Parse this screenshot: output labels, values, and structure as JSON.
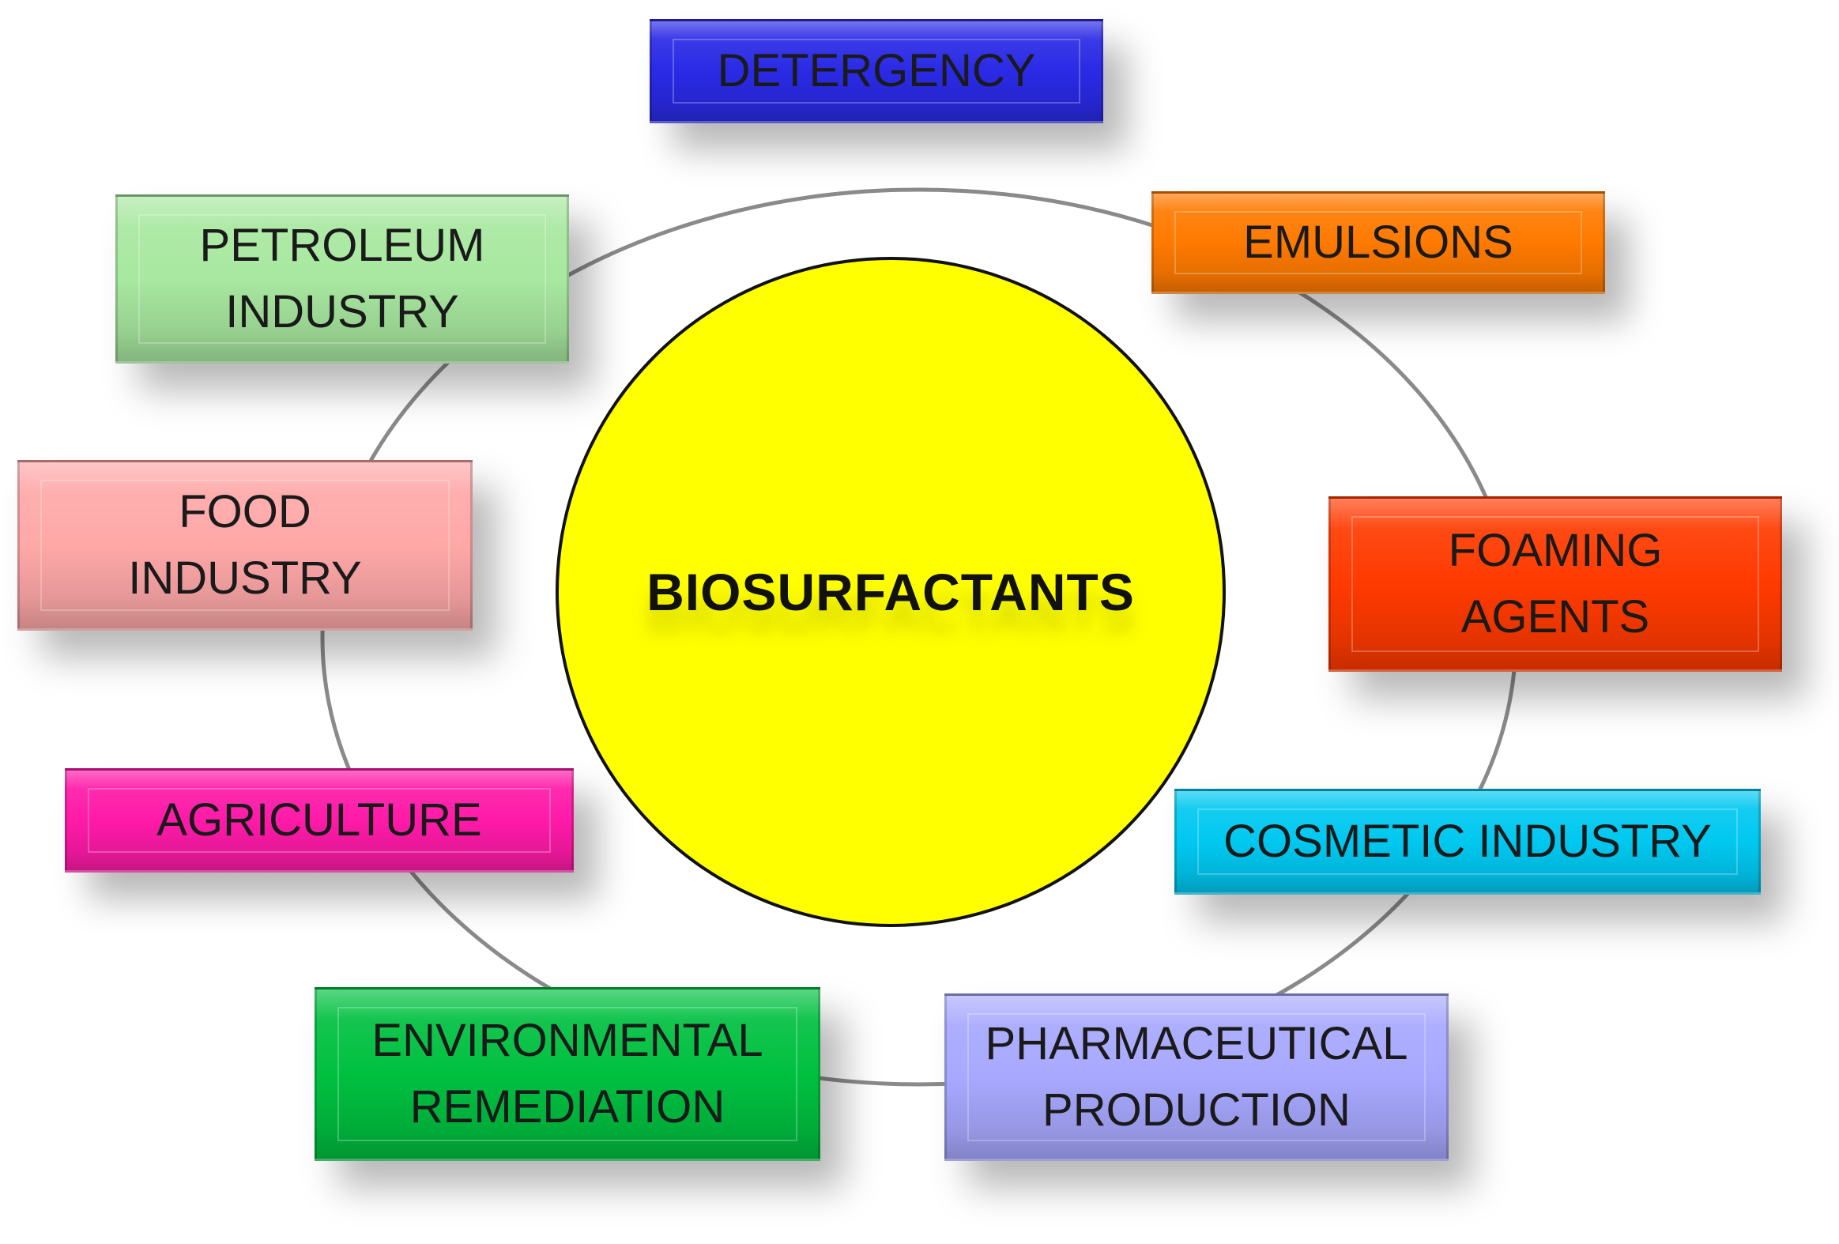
{
  "center": {
    "label": "BIOSURFACTANTS",
    "fill": "#ffff00"
  },
  "applications": [
    {
      "id": "detergency",
      "lines": [
        "DETERGENCY"
      ],
      "color": "#2a2ae6"
    },
    {
      "id": "emulsions",
      "lines": [
        "EMULSIONS"
      ],
      "color": "#ff7a00"
    },
    {
      "id": "foaming",
      "lines": [
        "FOAMING",
        "AGENTS"
      ],
      "color": "#ff3a00"
    },
    {
      "id": "cosmetic",
      "lines": [
        "COSMETIC INDUSTRY"
      ],
      "color": "#00c8f0"
    },
    {
      "id": "pharma",
      "lines": [
        "PHARMACEUTICAL",
        "PRODUCTION"
      ],
      "color": "#a8a8ff"
    },
    {
      "id": "environ",
      "lines": [
        "ENVIRONMENTAL",
        "REMEDIATION"
      ],
      "color": "#00c040"
    },
    {
      "id": "agri",
      "lines": [
        "AGRICULTURE"
      ],
      "color": "#ff1aa8"
    },
    {
      "id": "food",
      "lines": [
        "FOOD",
        "INDUSTRY"
      ],
      "color": "#ffa8a8"
    },
    {
      "id": "petroleum",
      "lines": [
        "PETROLEUM",
        "INDUSTRY"
      ],
      "color": "#a8e8a0"
    }
  ]
}
